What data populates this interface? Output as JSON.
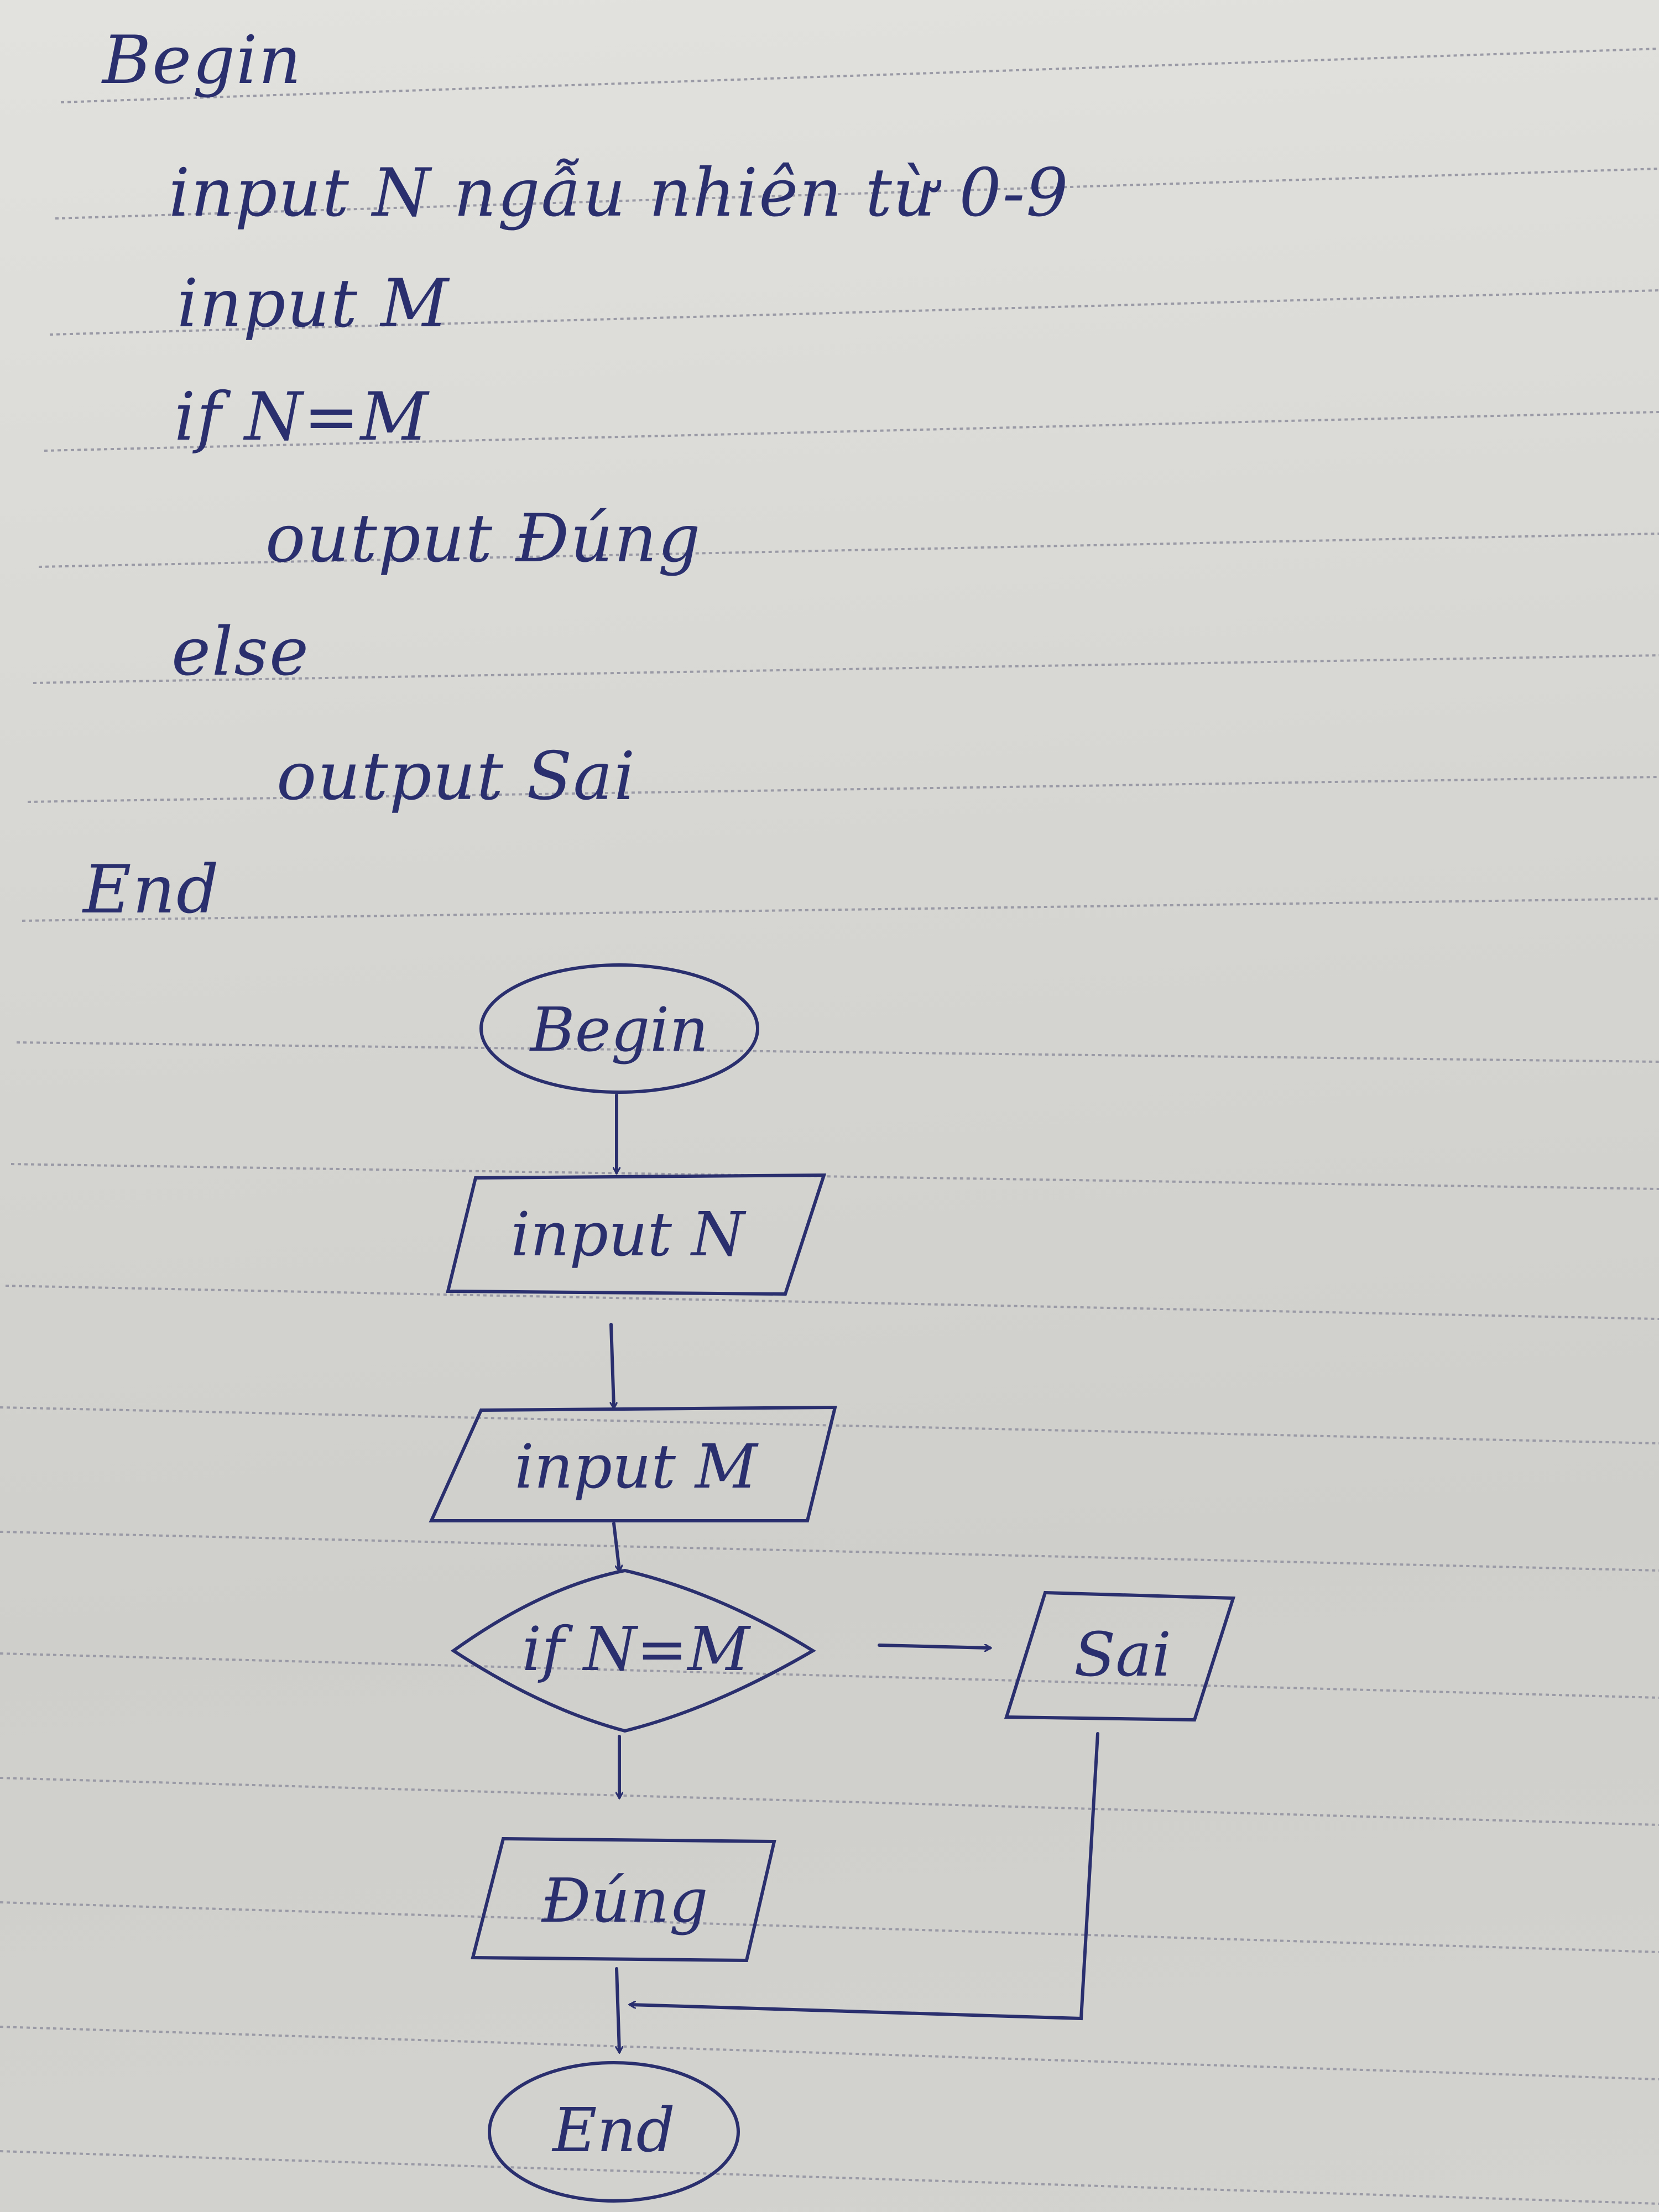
{
  "pseudocode": {
    "lines": [
      "Begin",
      "input N ngẫu nhiên từ 0-9",
      "input M",
      "if N=M",
      "output Đúng",
      "else",
      "output Sai",
      "End"
    ]
  },
  "flowchart": {
    "begin": "Begin",
    "input_n": "input N",
    "input_m": "input M",
    "decision": "if N=M",
    "output_true": "Đúng",
    "output_false": "Sai",
    "end": "End"
  },
  "colors": {
    "ink": "#2a2f6e",
    "paper": "#d9d9d5",
    "ruled_line": "#9a9aa6"
  }
}
